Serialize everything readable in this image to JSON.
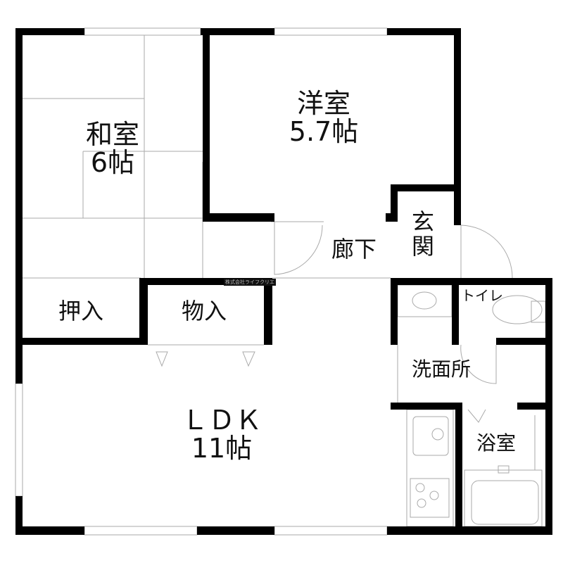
{
  "rooms": {
    "washitsu": {
      "name": "和室",
      "size": "6帖"
    },
    "youshitsu": {
      "name": "洋室",
      "size": "5.7帖"
    },
    "genkan": {
      "name": "玄関"
    },
    "rouka": {
      "name": "廊下"
    },
    "oshiire": {
      "name": "押入"
    },
    "mono_ire": {
      "name": "物入"
    },
    "toilet": {
      "name": "トイレ"
    },
    "senmenjo": {
      "name": "洗面所"
    },
    "ldk": {
      "name": "ＬＤＫ",
      "size": "11帖"
    },
    "yokushitsu": {
      "name": "浴室"
    }
  },
  "watermark": "株式会社ライフクリエ",
  "colors": {
    "wall": "#000000",
    "line": "#999999",
    "background": "#ffffff"
  }
}
